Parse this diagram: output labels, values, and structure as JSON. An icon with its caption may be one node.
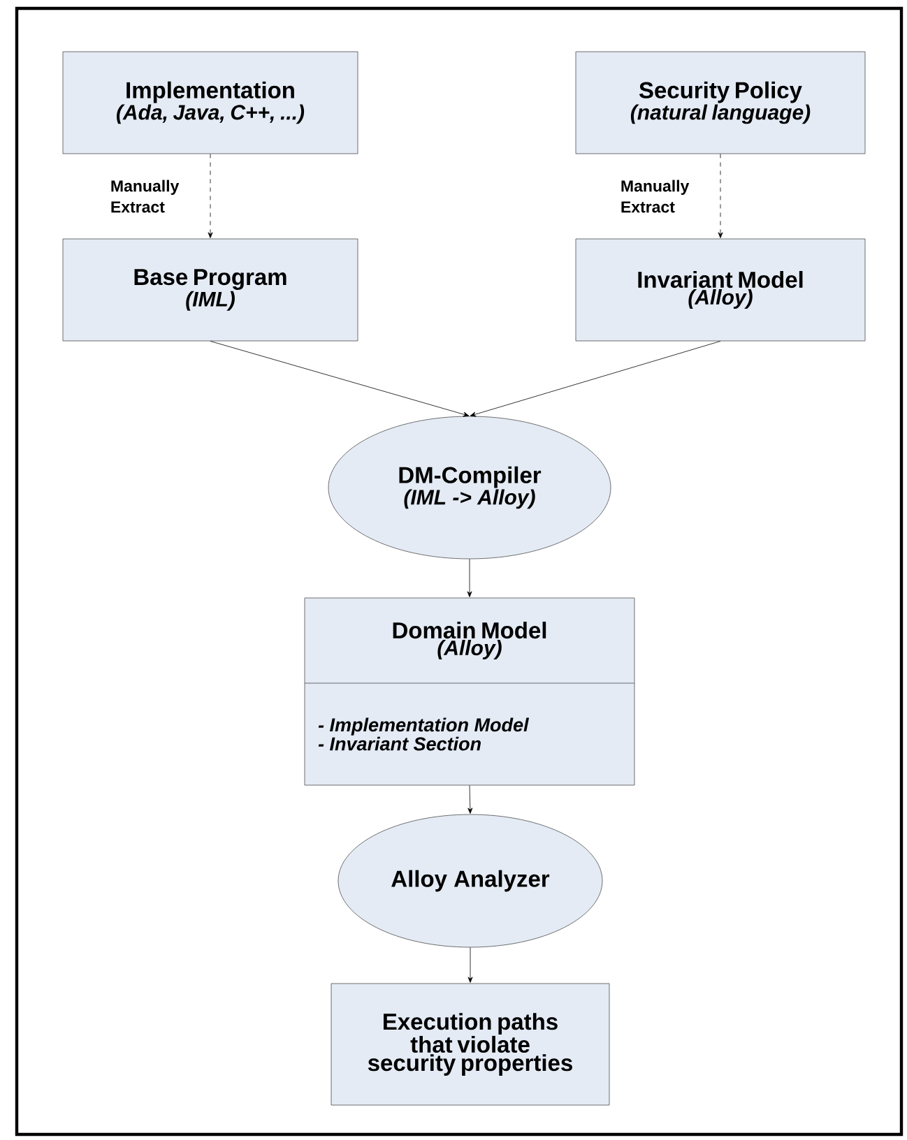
{
  "diagram": {
    "nodes": [
      {
        "text": [
          "Implementation",
          "(Ada, Java, C++, ...)"
        ]
      },
      {
        "text": [
          "Security Policy",
          "(natural language)"
        ]
      },
      {
        "text": [
          "Base Program",
          "(IML)"
        ]
      },
      {
        "text": [
          "Invariant Model",
          "(Alloy)"
        ]
      },
      {
        "text": [
          "DM-Compiler",
          "(IML -> Alloy)"
        ]
      },
      {
        "text": [
          "Domain Model",
          "(Alloy)",
          "- Implementation Model",
          "- Invariant Section"
        ]
      },
      {
        "text": [
          "Alloy Analyzer"
        ]
      },
      {
        "text": [
          "Execution paths that violate security properties"
        ]
      }
    ],
    "edges": [
      {
        "from": 0,
        "to": 2,
        "arrow": "to",
        "style": "dashed",
        "label": "Manually Extract"
      },
      {
        "from": 1,
        "to": 3,
        "arrow": "to",
        "style": "dashed",
        "label": "Manually Extract"
      },
      {
        "from": 2,
        "to": 4,
        "arrow": "to"
      },
      {
        "from": 3,
        "to": 4,
        "arrow": "to"
      },
      {
        "from": 4,
        "to": 5,
        "arrow": "to"
      },
      {
        "from": 5,
        "to": 6,
        "arrow": "to"
      },
      {
        "from": 6,
        "to": 7,
        "arrow": "to"
      }
    ]
  }
}
